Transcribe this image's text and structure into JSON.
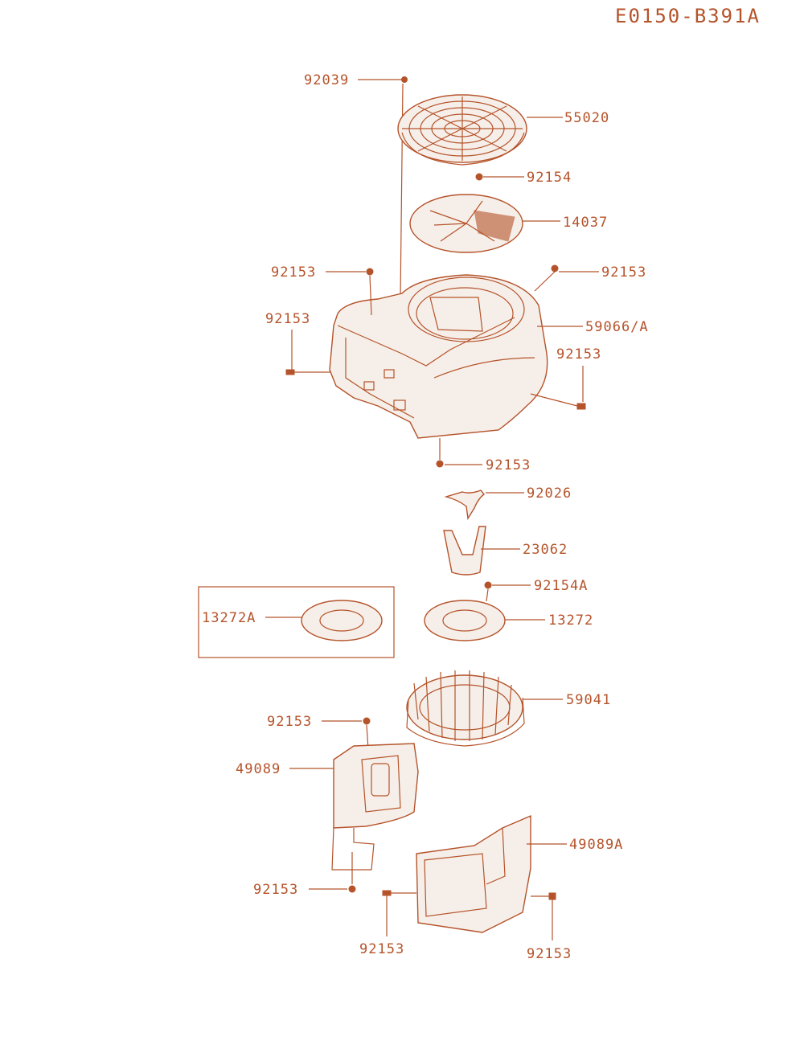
{
  "diagram": {
    "code": "E0150-B391A",
    "callouts": [
      {
        "id": "c1",
        "label": "92039"
      },
      {
        "id": "c2",
        "label": "55020"
      },
      {
        "id": "c3",
        "label": "92154"
      },
      {
        "id": "c4",
        "label": "14037"
      },
      {
        "id": "c5",
        "label": "92153"
      },
      {
        "id": "c6",
        "label": "92153"
      },
      {
        "id": "c7",
        "label": "92153"
      },
      {
        "id": "c8",
        "label": "59066/A"
      },
      {
        "id": "c9",
        "label": "92153"
      },
      {
        "id": "c10",
        "label": "92153"
      },
      {
        "id": "c11",
        "label": "92026"
      },
      {
        "id": "c12",
        "label": "23062"
      },
      {
        "id": "c13",
        "label": "92154A"
      },
      {
        "id": "c14",
        "label": "13272A"
      },
      {
        "id": "c15",
        "label": "13272"
      },
      {
        "id": "c16",
        "label": "59041"
      },
      {
        "id": "c17",
        "label": "92153"
      },
      {
        "id": "c18",
        "label": "49089"
      },
      {
        "id": "c19",
        "label": "49089A"
      },
      {
        "id": "c20",
        "label": "92153"
      },
      {
        "id": "c21",
        "label": "92153"
      },
      {
        "id": "c22",
        "label": "92153"
      }
    ]
  }
}
